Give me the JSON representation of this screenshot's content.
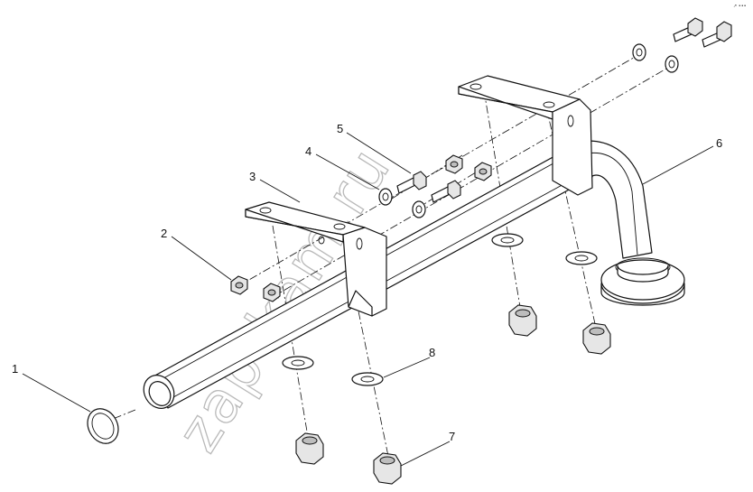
{
  "diagram": {
    "callouts": [
      {
        "id": "callout-1",
        "text": "1"
      },
      {
        "id": "callout-2",
        "text": "2"
      },
      {
        "id": "callout-3",
        "text": "3"
      },
      {
        "id": "callout-4",
        "text": "4"
      },
      {
        "id": "callout-5",
        "text": "5"
      },
      {
        "id": "callout-6",
        "text": "6"
      },
      {
        "id": "callout-7",
        "text": "7"
      },
      {
        "id": "callout-8",
        "text": "8"
      }
    ],
    "watermark": "zap-kam.ru",
    "corner_mark": "↗ •••"
  }
}
